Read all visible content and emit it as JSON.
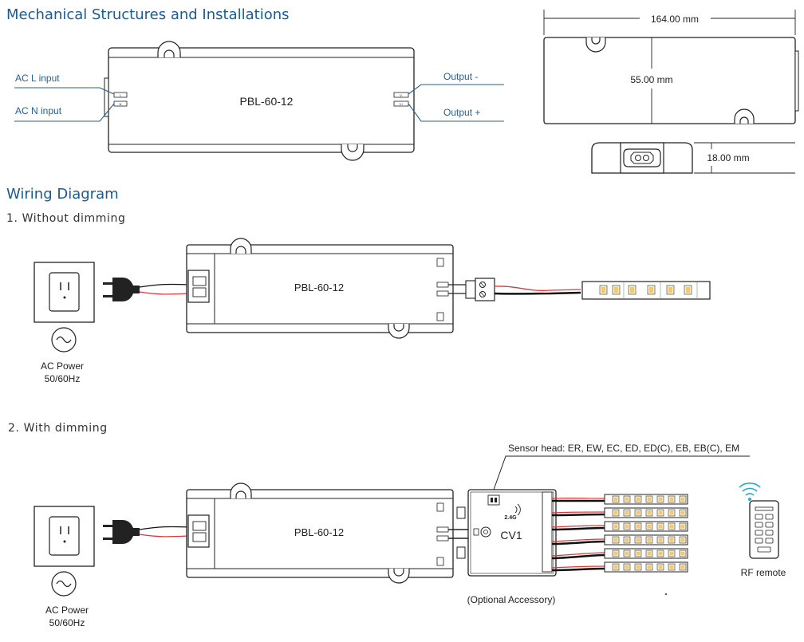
{
  "headings": {
    "mechanical": "Mechanical Structures and Installations",
    "wiring": "Wiring Diagram",
    "without_dimming": "1. Without dimming",
    "with_dimming": "2. With dimming"
  },
  "mechanical": {
    "model": "PBL-60-12",
    "ac_l_input": "AC L input",
    "ac_n_input": "AC N input",
    "output_minus": "Output -",
    "output_plus": "Output +",
    "terminal_l": "L",
    "terminal_n": "N",
    "terminal_vminus": "V-",
    "terminal_vplus": "V+",
    "dim_length": "164.00 mm",
    "dim_width": "55.00 mm",
    "dim_height": "18.00 mm"
  },
  "wiring_1": {
    "model": "PBL-60-12",
    "ac_power": "AC Power",
    "ac_freq": "50/60Hz"
  },
  "wiring_2": {
    "model": "PBL-60-12",
    "ac_power": "AC Power",
    "ac_freq": "50/60Hz",
    "sensor_head": "Sensor head: ER, EW, EC, ED, ED(C), EB, EB(C), EM",
    "controller": "CV1",
    "rf_band": "2.4G",
    "optional": "(Optional Accessory)",
    "rf_remote": "RF remote"
  },
  "colors": {
    "heading": "#1a5b96",
    "line": "#222222",
    "leader": "#2b5f8f",
    "wire_red": "#d63a3a",
    "wire_black": "#111111",
    "remote_wave": "#2aa6d6",
    "led_amber": "#f2c877",
    "led_white": "#f6f1d8"
  }
}
